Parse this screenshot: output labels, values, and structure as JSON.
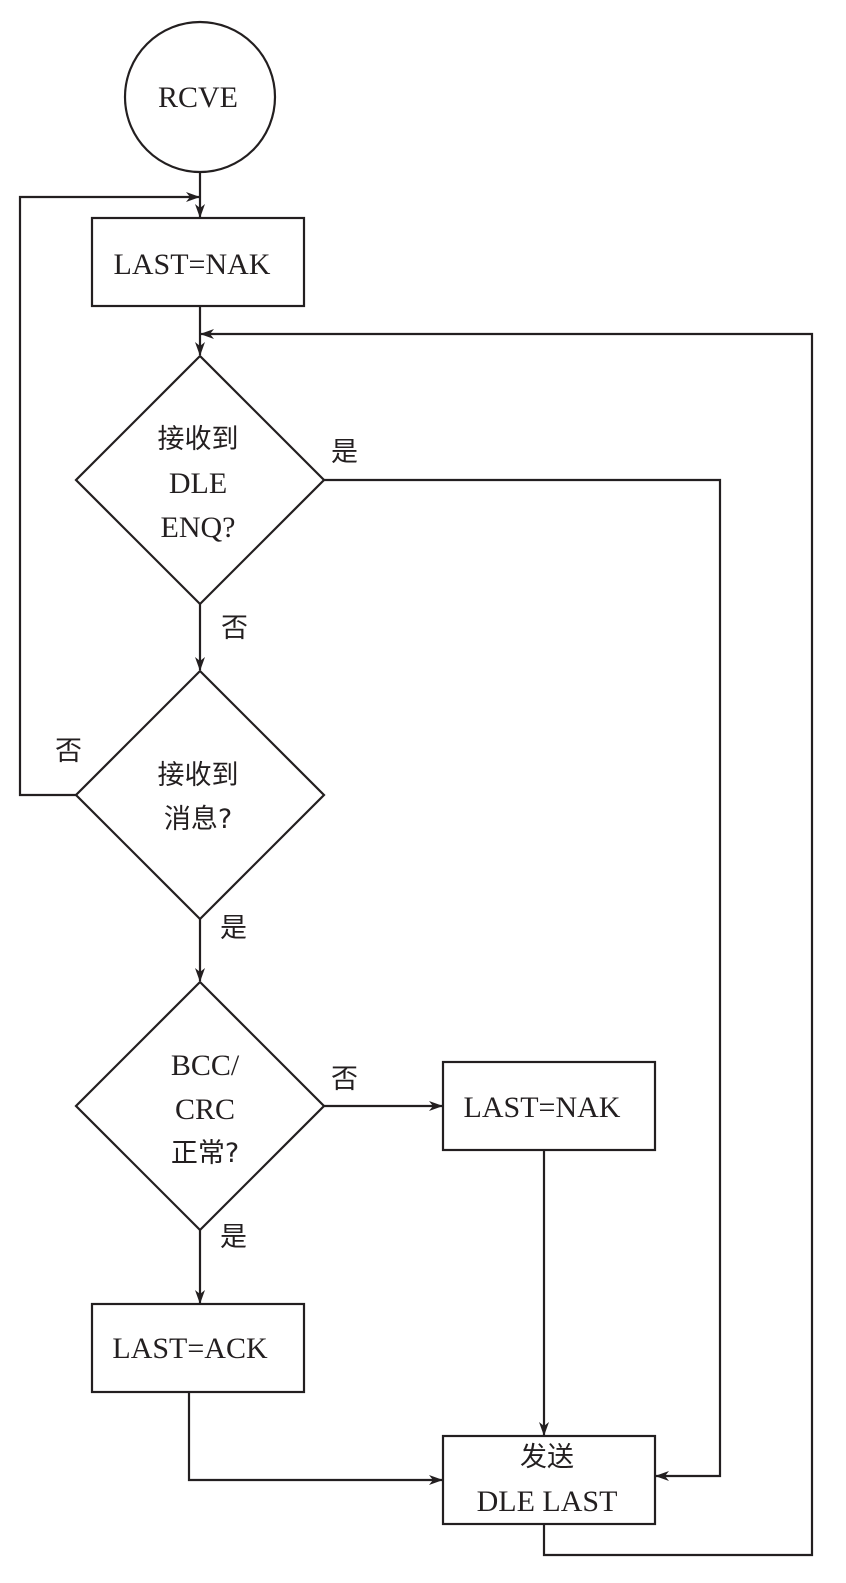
{
  "colors": {
    "stroke": "#231f20",
    "background": "#ffffff"
  },
  "start": {
    "label": "RCVE"
  },
  "init_box": {
    "label": "LAST=NAK"
  },
  "decision_enq": {
    "lines": [
      "接收到",
      "DLE",
      "ENQ?"
    ],
    "yes": "是",
    "no": "否"
  },
  "decision_msg": {
    "lines": [
      "接收到",
      "消息?"
    ],
    "yes": "是",
    "no": "否"
  },
  "decision_crc": {
    "lines": [
      "BCC/",
      "CRC",
      "正常?"
    ],
    "yes": "是",
    "no": "否"
  },
  "nak_box": {
    "label": "LAST=NAK"
  },
  "ack_box": {
    "label": "LAST=ACK"
  },
  "send_box": {
    "lines": [
      "发送",
      "DLE LAST"
    ]
  }
}
